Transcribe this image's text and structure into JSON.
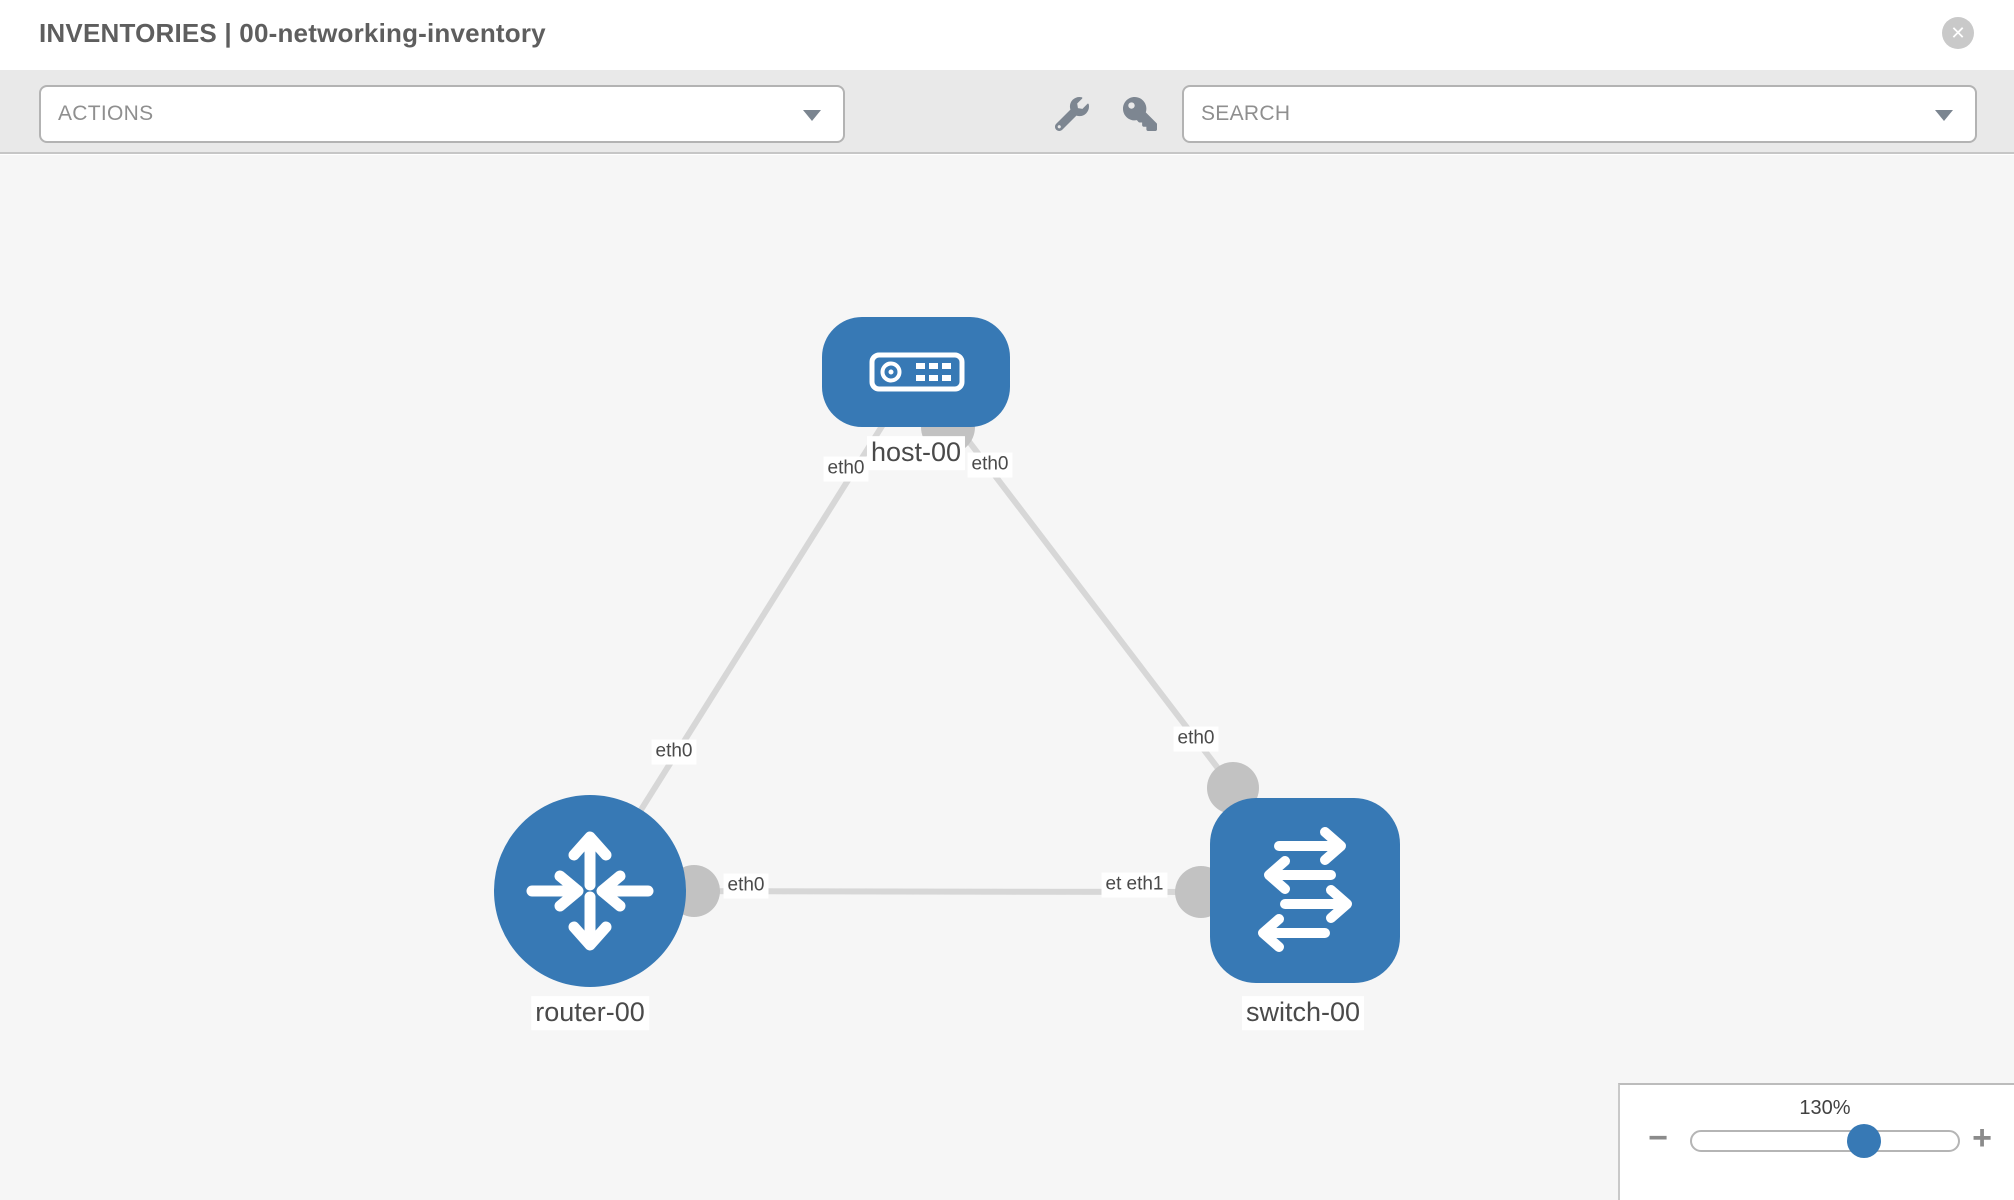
{
  "header": {
    "title": "INVENTORIES | 00-networking-inventory",
    "close_glyph": "✕"
  },
  "toolbar": {
    "actions_label": "ACTIONS",
    "search_label": "SEARCH"
  },
  "topology": {
    "nodes": [
      {
        "id": "host-00",
        "type": "host",
        "label": "host-00"
      },
      {
        "id": "router-00",
        "type": "router",
        "label": "router-00"
      },
      {
        "id": "switch-00",
        "type": "switch",
        "label": "switch-00"
      }
    ],
    "links": [
      {
        "source": "host-00",
        "target": "router-00",
        "source_interface": "eth0",
        "target_interface": "eth0"
      },
      {
        "source": "host-00",
        "target": "switch-00",
        "source_interface": "eth0",
        "target_interface": "eth0"
      },
      {
        "source": "router-00",
        "target": "switch-00",
        "source_interface": "eth0",
        "target_interface": "eth1"
      }
    ],
    "interface_labels": {
      "host_left": "eth0",
      "host_right": "eth0",
      "router_top": "eth0",
      "switch_top": "eth0",
      "router_right": "eth0",
      "switch_left_back": "eth0",
      "switch_left_front": "eth1"
    }
  },
  "zoom_control": {
    "level": "130%",
    "minus_glyph": "−",
    "plus_glyph": "+"
  },
  "colors": {
    "node_blue": "#3779b5",
    "edge_gray": "#d7d7d7",
    "interface_gray": "#c2c2c2"
  }
}
